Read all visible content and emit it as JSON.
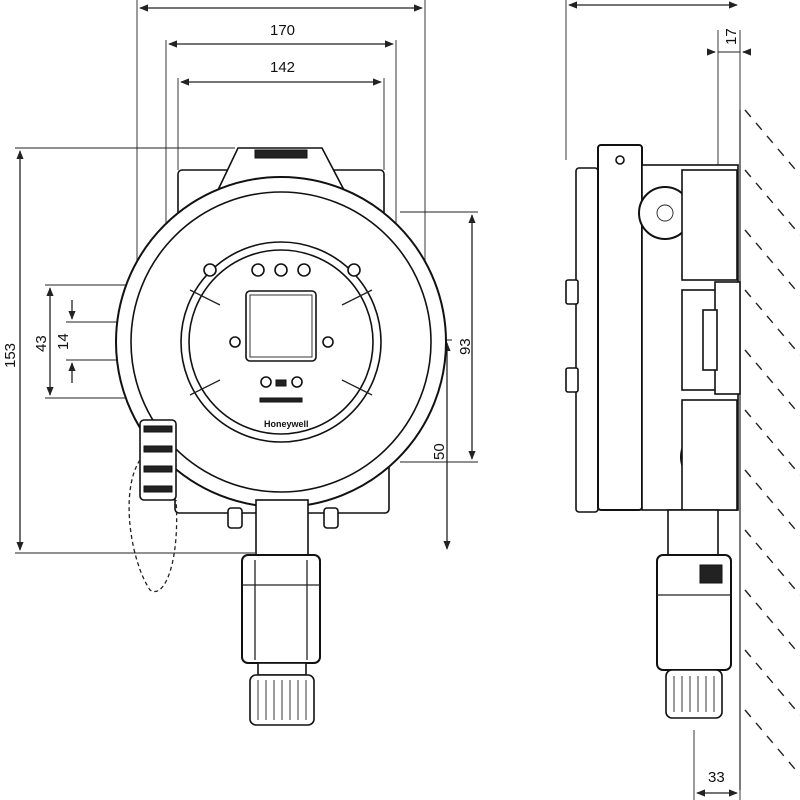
{
  "dimensions": {
    "width_170": "170",
    "width_142": "142",
    "height_153": "153",
    "height_43": "43",
    "height_14": "14",
    "height_93": "93",
    "height_50": "50",
    "depth_17": "17",
    "depth_33": "33"
  },
  "labels": {
    "brand": "Honeywell"
  },
  "colors": {
    "line": "#222222",
    "background": "#ffffff"
  }
}
